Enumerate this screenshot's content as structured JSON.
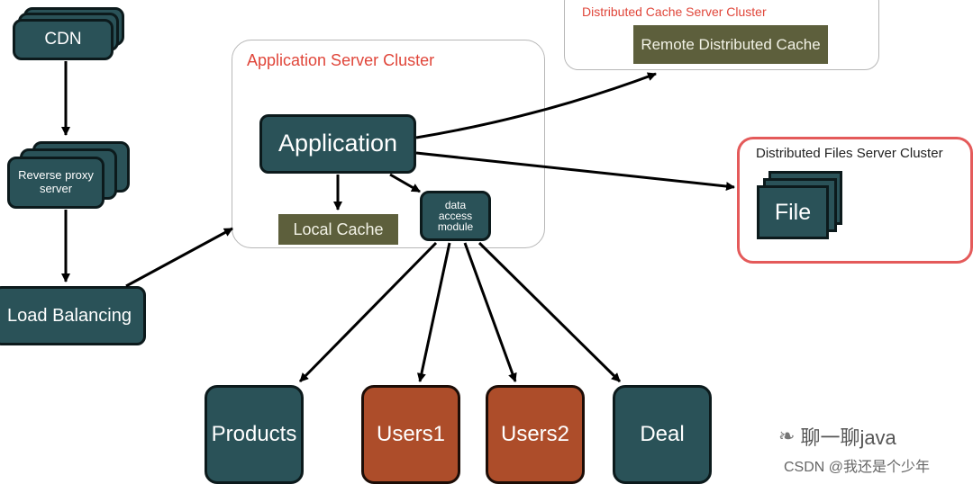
{
  "nodes": {
    "cdn": "CDN",
    "reverse_proxy": "Reverse proxy server",
    "load_balancing": "Load Balancing",
    "application": "Application",
    "local_cache": "Local Cache",
    "data_access_module": "data access module",
    "remote_cache": "Remote Distributed Cache",
    "file": "File",
    "products": "Products",
    "users1": "Users1",
    "users2": "Users2",
    "deal": "Deal"
  },
  "clusters": {
    "app_server": "Application Server Cluster",
    "cache_server": "Distributed Cache Server Cluster",
    "files_server": "Distributed Files Server Cluster"
  },
  "watermark": {
    "wechat": "聊一聊java",
    "csdn": "CSDN @我还是个少年"
  },
  "colors": {
    "node": "#2a5258",
    "orange_node": "#ad4d2a",
    "cache": "#5d5f3c",
    "cluster_title": "#e0463a"
  }
}
